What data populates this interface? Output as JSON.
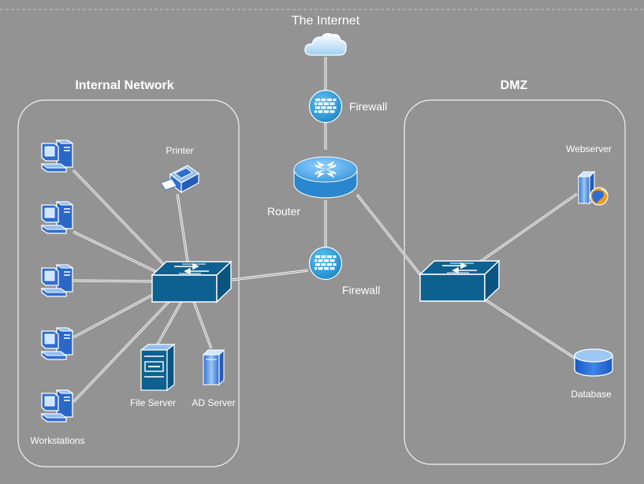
{
  "title": "The Internet",
  "zones": {
    "internal": "Internal Network",
    "dmz": "DMZ"
  },
  "labels": {
    "firewall_top": "Firewall",
    "firewall_bottom": "Firewall",
    "router": "Router",
    "printer": "Printer",
    "file_server": "File Server",
    "ad_server": "AD Server",
    "workstations": "Workstations",
    "webserver": "Webserver",
    "database": "Database"
  },
  "icons": {
    "cloud": "cloud-icon",
    "firewall": "firewall-icon",
    "router": "router-icon",
    "switch": "switch-icon",
    "workstation": "workstation-icon",
    "printer": "printer-icon",
    "file_server": "file-server-icon",
    "ad_server": "ad-server-icon",
    "webserver": "webserver-icon",
    "database": "database-icon"
  },
  "colors": {
    "background": "#939393",
    "switch": "#0d6190",
    "firewall": "#2a9fd9",
    "router": "#4aa8e6",
    "device_blue": "#2f6ed0",
    "link": "#f2f2f2"
  }
}
